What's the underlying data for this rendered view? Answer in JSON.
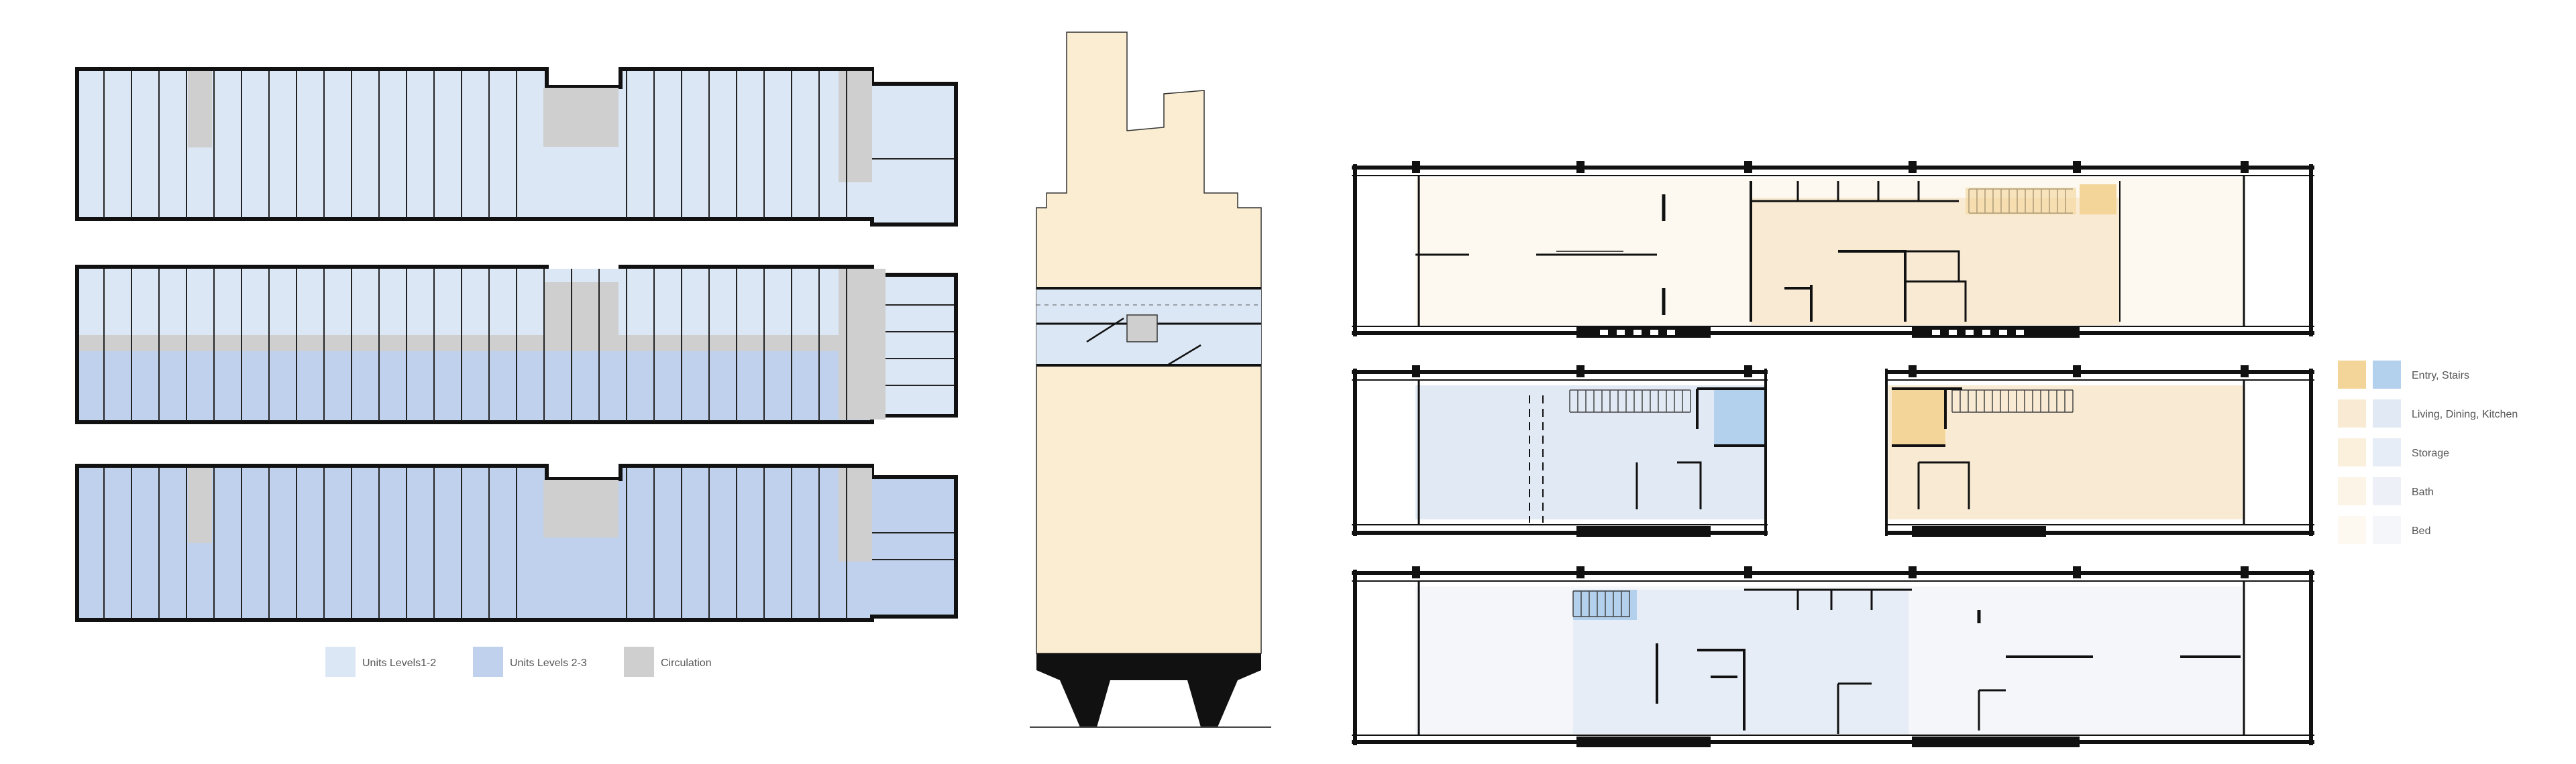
{
  "colors": {
    "units_1_2": "#dce7f5",
    "units_2_3": "#bfd1ec",
    "circulation": "#cfcfcf",
    "section_fill": "#faedd2",
    "entry_warm": "#f3d59a",
    "entry_cool": "#b3d0ec",
    "living_warm": "#f9ebd3",
    "living_cool": "#e1e9f4",
    "storage_warm": "#fbf0dc",
    "storage_cool": "#e6edf6",
    "bath_warm": "#fcf4e6",
    "bath_cool": "#edf1f7",
    "bed_warm": "#fdf9f0",
    "bed_cool": "#f4f6f9",
    "wall": "#111111"
  },
  "left_legend": [
    {
      "label": "Units Levels1-2",
      "color": "#dce7f5"
    },
    {
      "label": "Units Levels 2-3",
      "color": "#bfd1ec"
    },
    {
      "label": "Circulation",
      "color": "#cfcfcf"
    }
  ],
  "right_legend": [
    {
      "label": "Entry, Stairs",
      "warm": "#f3d59a",
      "cool": "#b3d0ec"
    },
    {
      "label": "Living, Dining, Kitchen",
      "warm": "#f9ebd3",
      "cool": "#e1e9f4"
    },
    {
      "label": "Storage",
      "warm": "#fbf0dc",
      "cool": "#e6edf6"
    },
    {
      "label": "Bath",
      "warm": "#fcf4e6",
      "cool": "#edf1f7"
    },
    {
      "label": "Bed",
      "warm": "#fdf9f0",
      "cool": "#f4f6f9"
    }
  ]
}
